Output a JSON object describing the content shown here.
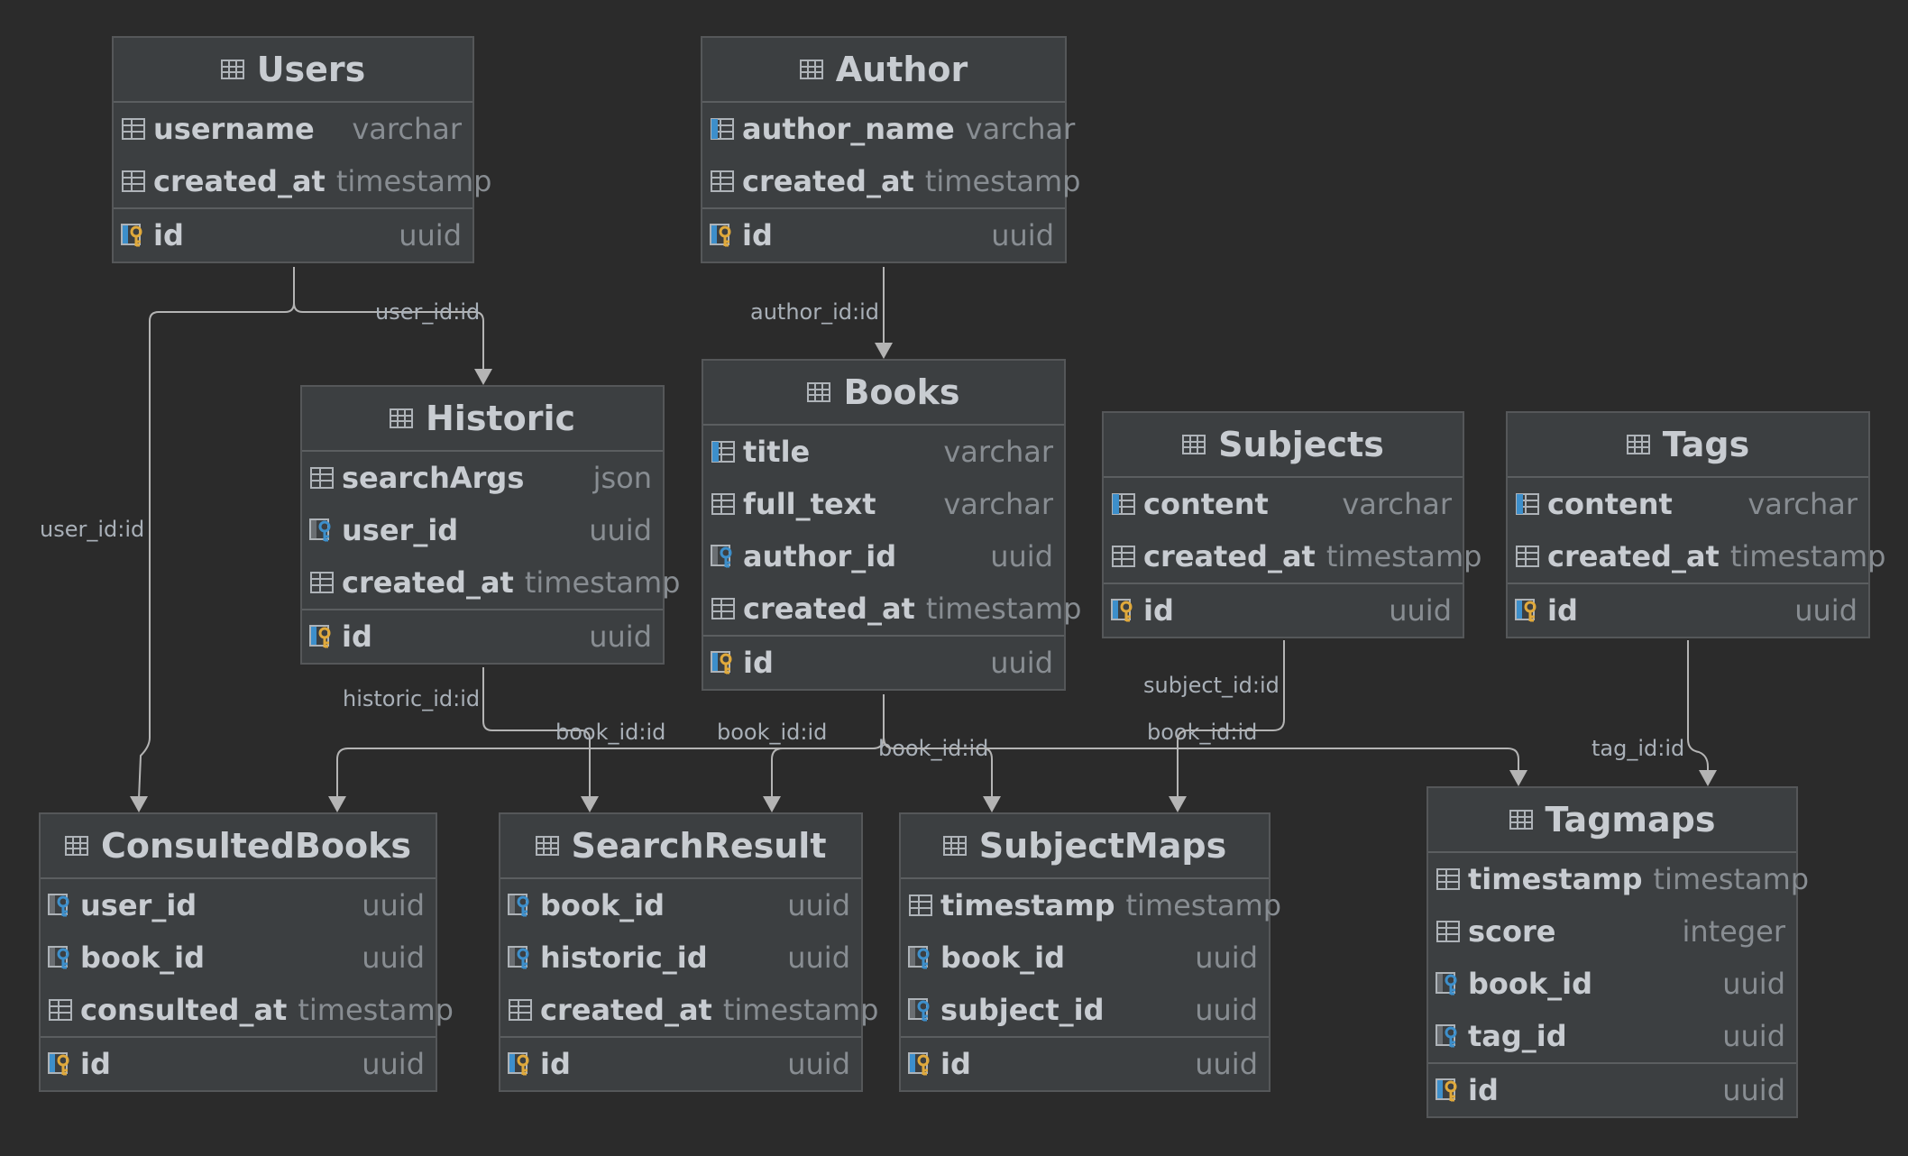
{
  "diagram": {
    "entities": [
      {
        "id": "users",
        "title": "Users",
        "fields": [
          {
            "name": "username",
            "type": "varchar",
            "kind": "column"
          },
          {
            "name": "created_at",
            "type": "timestamp",
            "kind": "column"
          }
        ],
        "pk": {
          "name": "id",
          "type": "uuid"
        }
      },
      {
        "id": "author",
        "title": "Author",
        "fields": [
          {
            "name": "author_name",
            "type": "varchar",
            "kind": "column-index"
          },
          {
            "name": "created_at",
            "type": "timestamp",
            "kind": "column"
          }
        ],
        "pk": {
          "name": "id",
          "type": "uuid"
        }
      },
      {
        "id": "historic",
        "title": "Historic",
        "fields": [
          {
            "name": "searchArgs",
            "type": "json",
            "kind": "column"
          },
          {
            "name": "user_id",
            "type": "uuid",
            "kind": "fk"
          },
          {
            "name": "created_at",
            "type": "timestamp",
            "kind": "column"
          }
        ],
        "pk": {
          "name": "id",
          "type": "uuid"
        }
      },
      {
        "id": "books",
        "title": "Books",
        "fields": [
          {
            "name": "title",
            "type": "varchar",
            "kind": "column-index"
          },
          {
            "name": "full_text",
            "type": "varchar",
            "kind": "column"
          },
          {
            "name": "author_id",
            "type": "uuid",
            "kind": "fk"
          },
          {
            "name": "created_at",
            "type": "timestamp",
            "kind": "column"
          }
        ],
        "pk": {
          "name": "id",
          "type": "uuid"
        }
      },
      {
        "id": "subjects",
        "title": "Subjects",
        "fields": [
          {
            "name": "content",
            "type": "varchar",
            "kind": "column-index"
          },
          {
            "name": "created_at",
            "type": "timestamp",
            "kind": "column"
          }
        ],
        "pk": {
          "name": "id",
          "type": "uuid"
        }
      },
      {
        "id": "tags",
        "title": "Tags",
        "fields": [
          {
            "name": "content",
            "type": "varchar",
            "kind": "column-index"
          },
          {
            "name": "created_at",
            "type": "timestamp",
            "kind": "column"
          }
        ],
        "pk": {
          "name": "id",
          "type": "uuid"
        }
      },
      {
        "id": "consultedbooks",
        "title": "ConsultedBooks",
        "fields": [
          {
            "name": "user_id",
            "type": "uuid",
            "kind": "fk"
          },
          {
            "name": "book_id",
            "type": "uuid",
            "kind": "fk"
          },
          {
            "name": "consulted_at",
            "type": "timestamp",
            "kind": "column"
          }
        ],
        "pk": {
          "name": "id",
          "type": "uuid"
        }
      },
      {
        "id": "searchresult",
        "title": "SearchResult",
        "fields": [
          {
            "name": "book_id",
            "type": "uuid",
            "kind": "fk"
          },
          {
            "name": "historic_id",
            "type": "uuid",
            "kind": "fk"
          },
          {
            "name": "created_at",
            "type": "timestamp",
            "kind": "column"
          }
        ],
        "pk": {
          "name": "id",
          "type": "uuid"
        }
      },
      {
        "id": "subjectmaps",
        "title": "SubjectMaps",
        "fields": [
          {
            "name": "timestamp",
            "type": "timestamp",
            "kind": "column"
          },
          {
            "name": "book_id",
            "type": "uuid",
            "kind": "fk"
          },
          {
            "name": "subject_id",
            "type": "uuid",
            "kind": "fk"
          }
        ],
        "pk": {
          "name": "id",
          "type": "uuid"
        }
      },
      {
        "id": "tagmaps",
        "title": "Tagmaps",
        "fields": [
          {
            "name": "timestamp",
            "type": "timestamp",
            "kind": "column"
          },
          {
            "name": "score",
            "type": "integer",
            "kind": "column"
          },
          {
            "name": "book_id",
            "type": "uuid",
            "kind": "fk"
          },
          {
            "name": "tag_id",
            "type": "uuid",
            "kind": "fk"
          }
        ],
        "pk": {
          "name": "id",
          "type": "uuid"
        }
      }
    ],
    "relations": [
      {
        "id": "users-historic",
        "label": "user_id:id"
      },
      {
        "id": "users-consultedbooks",
        "label": "user_id:id"
      },
      {
        "id": "author-books",
        "label": "author_id:id"
      },
      {
        "id": "historic-searchresult",
        "label": "historic_id:id"
      },
      {
        "id": "books-searchresult",
        "label": "book_id:id"
      },
      {
        "id": "books-consultedbooks",
        "label": "book_id:id"
      },
      {
        "id": "books-subjectmaps",
        "label": "book_id:id"
      },
      {
        "id": "books-tagmaps",
        "label": "book_id:id"
      },
      {
        "id": "subjects-subjectmaps",
        "label": "subject_id:id"
      },
      {
        "id": "tags-tagmaps",
        "label": "tag_id:id"
      }
    ],
    "colors": {
      "background": "#2b2b2b",
      "table": "#3c3f41",
      "edge": "#b4b4b4",
      "key": "#e0a93b",
      "index": "#3d8fcb"
    }
  }
}
